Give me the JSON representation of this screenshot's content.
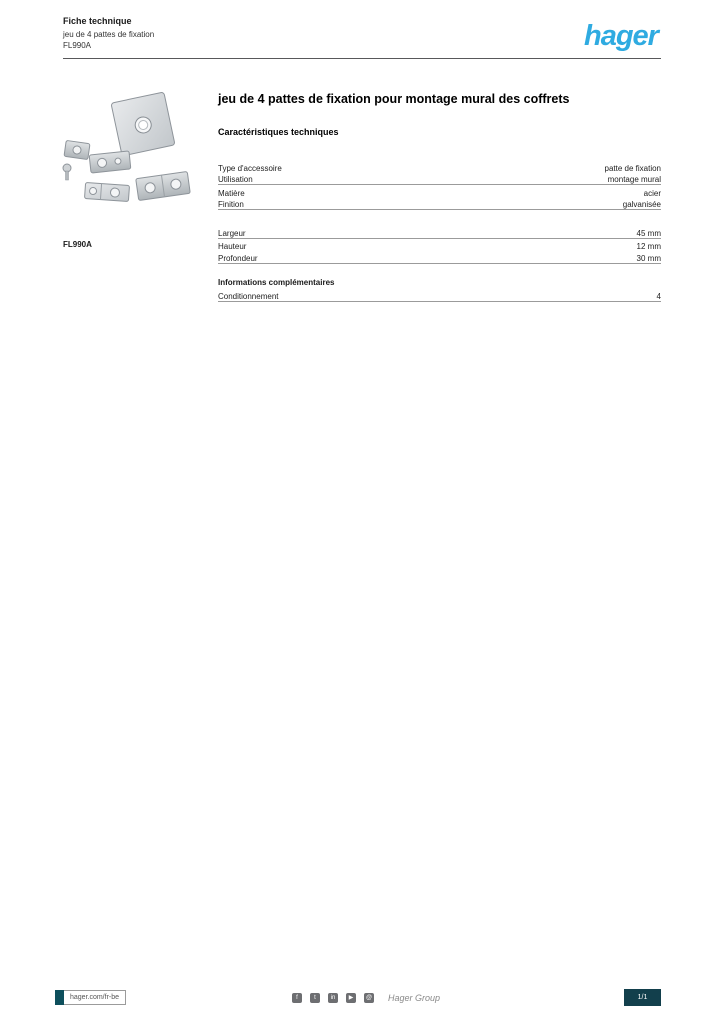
{
  "header": {
    "doc_type": "Fiche technique",
    "product_name": "jeu de 4 pattes de fixation",
    "reference": "FL990A",
    "logo_text": "hager"
  },
  "product": {
    "reference": "FL990A"
  },
  "content": {
    "title": "jeu de 4 pattes de fixation pour montage mural des coffrets",
    "section_title": "Caractéristiques techniques",
    "spec_groups": [
      {
        "rows": [
          {
            "label": "Type d'accessoire",
            "value": "patte de fixation"
          },
          {
            "label": "Utilisation",
            "value": "montage mural"
          },
          {
            "label": "Matière",
            "value": "acier"
          },
          {
            "label": "Finition",
            "value": "galvanisée"
          }
        ]
      },
      {
        "rows": [
          {
            "label": "Largeur",
            "value": "45 mm"
          },
          {
            "label": "Hauteur",
            "value": "12 mm"
          },
          {
            "label": "Profondeur",
            "value": "30 mm"
          }
        ]
      },
      {
        "heading": "Informations complémentaires",
        "rows": [
          {
            "label": "Conditionnement",
            "value": "4"
          }
        ]
      }
    ]
  },
  "footer": {
    "website_label": "hager.com/fr-be",
    "page_indicator": "1/1",
    "signature": "Hager Group",
    "social": [
      {
        "glyph": "f"
      },
      {
        "glyph": "t"
      },
      {
        "glyph": "in"
      },
      {
        "glyph": "▶"
      },
      {
        "glyph": "@"
      }
    ]
  },
  "colors": {
    "brand_blue": "#2fabe1",
    "footer_dark": "#123f4c"
  }
}
